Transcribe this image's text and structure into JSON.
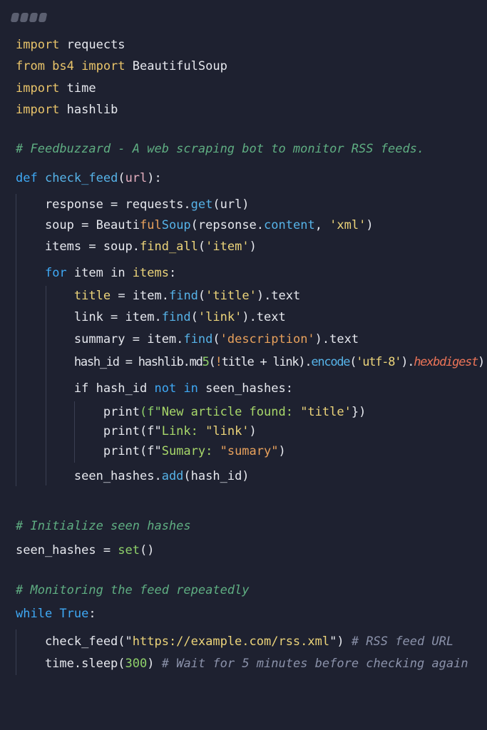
{
  "language": "python",
  "window_controls_icon": "window-dots",
  "colors": {
    "background": "#1e2130",
    "keyword": "#e9c46a",
    "def_keyword": "#3fa9f5",
    "comment": "#5fae82",
    "string": "#ecd47a"
  },
  "lines": [
    [
      [
        "import",
        "kw"
      ],
      [
        " requects",
        "tx"
      ]
    ],
    [
      [
        "from bs4 import",
        "kw"
      ],
      [
        " BeautifulSoup",
        "tx"
      ]
    ],
    [
      [
        "import",
        "kw"
      ],
      [
        " time",
        "tx"
      ]
    ],
    [
      [
        "import",
        "kw"
      ],
      [
        " hashlib",
        "tx"
      ]
    ],
    [
      [
        "# Feedbuzzard - A web scraping bot to monitor RSS feeds.",
        "cm"
      ]
    ],
    [
      [
        "def ",
        "kb"
      ],
      [
        "check_feed",
        "fn"
      ],
      [
        "(",
        "tx"
      ],
      [
        "url",
        "pk"
      ],
      [
        "):",
        "tx"
      ]
    ],
    [
      [
        "    response = requests.",
        "tx"
      ],
      [
        "get",
        "fn"
      ],
      [
        "(url)",
        "tx"
      ]
    ],
    [
      [
        "    soup = Beauti",
        "tx"
      ],
      [
        "ful",
        "so"
      ],
      [
        "Soup",
        "fn"
      ],
      [
        "(repsonse.",
        "tx"
      ],
      [
        "content",
        "fn"
      ],
      [
        ", ",
        "tx"
      ],
      [
        "'xml'",
        "st"
      ],
      [
        ")",
        "tx"
      ]
    ],
    [
      [
        "    items = soup.",
        "tx"
      ],
      [
        "find_all",
        "st"
      ],
      [
        "(",
        "tx"
      ],
      [
        "'item'",
        "st"
      ],
      [
        ")",
        "tx"
      ]
    ],
    [
      [
        "    ",
        "tx"
      ],
      [
        "for",
        "kb"
      ],
      [
        " item in ",
        "tx"
      ],
      [
        "items",
        "st"
      ],
      [
        ":",
        "tx"
      ]
    ],
    [
      [
        "        ",
        "tx"
      ],
      [
        "title",
        "st"
      ],
      [
        " = item.",
        "tx"
      ],
      [
        "find",
        "fn"
      ],
      [
        "(",
        "tx"
      ],
      [
        "'title'",
        "st"
      ],
      [
        ").text",
        "tx"
      ]
    ],
    [
      [
        "        link = item.",
        "tx"
      ],
      [
        "find",
        "fn"
      ],
      [
        "(",
        "tx"
      ],
      [
        "'link'",
        "st"
      ],
      [
        ").text",
        "tx"
      ]
    ],
    [
      [
        "        summary = item.",
        "tx"
      ],
      [
        "find",
        "fn"
      ],
      [
        "(",
        "tx"
      ],
      [
        "'description'",
        "so"
      ],
      [
        ").text",
        "tx"
      ]
    ],
    [
      [
        "        hash_id = hashlib.md",
        "tx"
      ],
      [
        "5",
        "gr"
      ],
      [
        "(",
        "tx"
      ],
      [
        "!",
        "so"
      ],
      [
        "title + link).",
        "tx"
      ],
      [
        "encode",
        "fn"
      ],
      [
        "(",
        "tx"
      ],
      [
        "'utf-8'",
        "st"
      ],
      [
        ").",
        "tx"
      ],
      [
        "hexbdigest",
        "rd"
      ],
      [
        ")",
        "tx"
      ]
    ],
    [
      [
        "        if hash_id ",
        "tx"
      ],
      [
        "not in",
        "kb"
      ],
      [
        " seen_hashes:",
        "tx"
      ]
    ],
    [
      [
        "            print",
        "tx"
      ],
      [
        "(f\"",
        "gr"
      ],
      [
        "New article found: ",
        "sg"
      ],
      [
        "\"title'",
        "st"
      ],
      [
        "})",
        "tx"
      ]
    ],
    [
      [
        "            print(f\"",
        "tx"
      ],
      [
        "Link: ",
        "sg"
      ],
      [
        "\"link'",
        "st"
      ],
      [
        ")",
        "tx"
      ]
    ],
    [
      [
        "            print(f\"",
        "tx"
      ],
      [
        "Sumary: ",
        "sg"
      ],
      [
        "\"sumary\"",
        "so"
      ],
      [
        ")",
        "tx"
      ]
    ],
    [
      [
        "        seen_hashes.",
        "tx"
      ],
      [
        "add",
        "fn"
      ],
      [
        "(hash_id)",
        "tx"
      ]
    ],
    [
      [
        "# Initialize seen hashes",
        "cm"
      ]
    ],
    [
      [
        "seen_hashes = ",
        "tx"
      ],
      [
        "set",
        "gr"
      ],
      [
        "()",
        "tx"
      ]
    ],
    [
      [
        "# Monitoring the feed repeatedly",
        "cm"
      ]
    ],
    [
      [
        "while True",
        "kb"
      ],
      [
        ":",
        "tx"
      ]
    ],
    [
      [
        "    check_feed(\"",
        "tx"
      ],
      [
        "https://example.com/rss.xml",
        "st"
      ],
      [
        "\") ",
        "tx"
      ],
      [
        "# RSS feed URL",
        "cg"
      ]
    ],
    [
      [
        "    time.sleep(",
        "tx"
      ],
      [
        "300",
        "gr"
      ],
      [
        ") ",
        "tx"
      ],
      [
        "# Wait for 5 minutes before checking again",
        "cg"
      ]
    ]
  ]
}
